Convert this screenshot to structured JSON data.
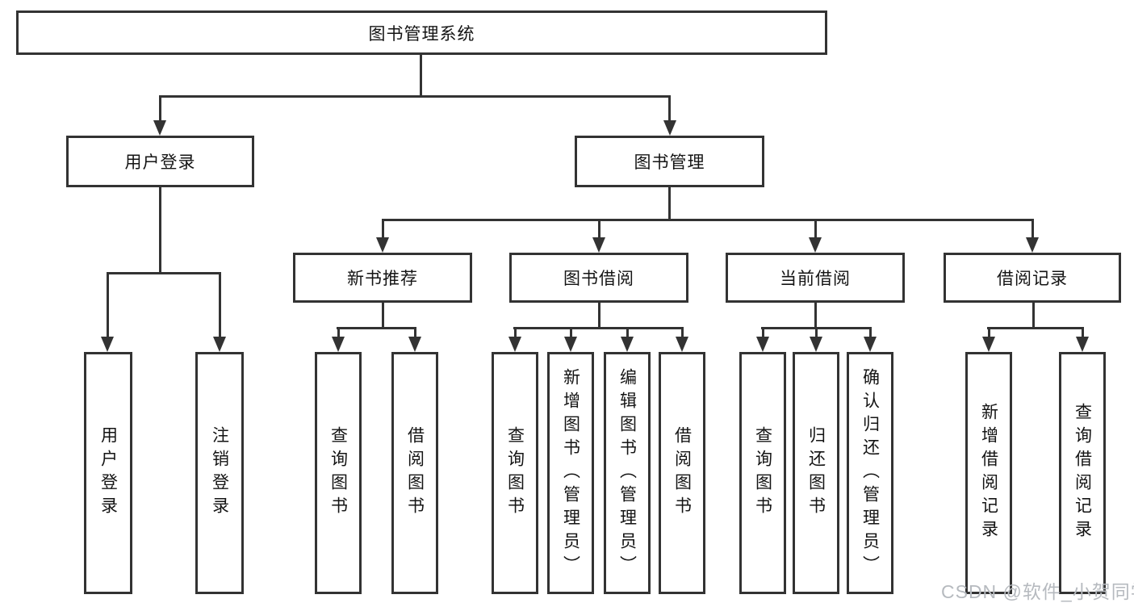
{
  "diagram": {
    "root": {
      "label": "图书管理系统"
    },
    "branches": [
      {
        "label": "用户登录",
        "children": [
          {
            "label": "用户登录"
          },
          {
            "label": "注销登录"
          }
        ]
      },
      {
        "label": "图书管理",
        "children": [
          {
            "label": "新书推荐",
            "children": [
              {
                "label": "查询图书"
              },
              {
                "label": "借阅图书"
              }
            ]
          },
          {
            "label": "图书借阅",
            "children": [
              {
                "label": "查询图书"
              },
              {
                "label": "新增图书（管理员）"
              },
              {
                "label": "编辑图书（管理员）"
              },
              {
                "label": "借阅图书"
              }
            ]
          },
          {
            "label": "当前借阅",
            "children": [
              {
                "label": "查询图书"
              },
              {
                "label": "归还图书"
              },
              {
                "label": "确认归还（管理员）"
              }
            ]
          },
          {
            "label": "借阅记录",
            "children": [
              {
                "label": "新增借阅记录"
              },
              {
                "label": "查询借阅记录"
              }
            ]
          }
        ]
      }
    ]
  },
  "watermark": {
    "text": "CSDN @软件_小贺同学"
  },
  "colors": {
    "line": "#333333",
    "text": "#141414",
    "watermark_text": "#b6babf",
    "background": "#ffffff"
  }
}
